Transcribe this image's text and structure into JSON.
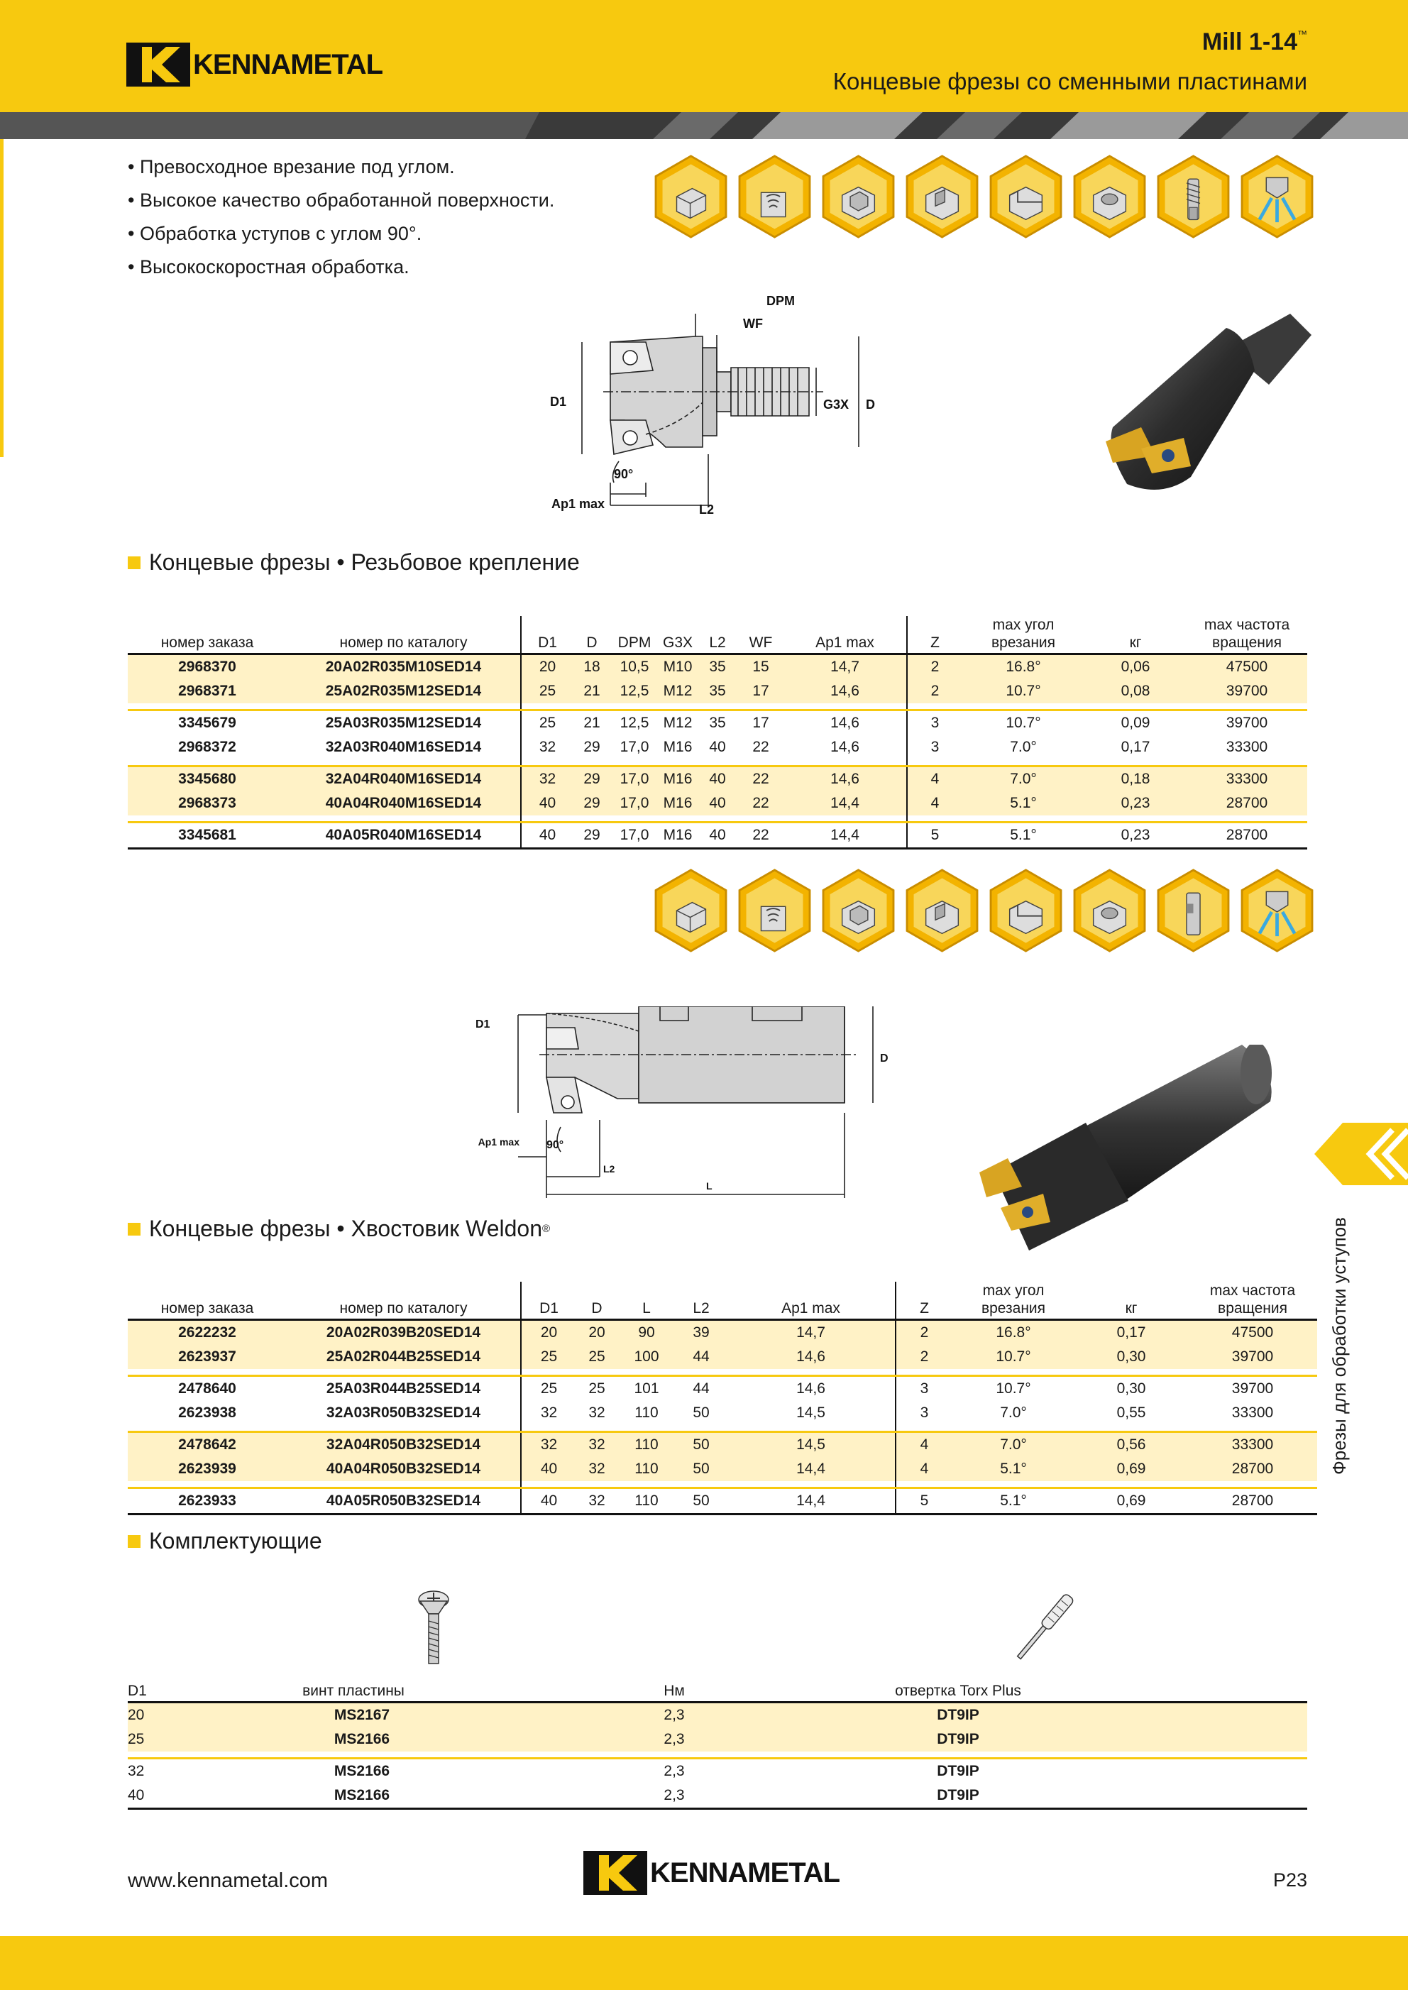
{
  "header": {
    "brand": "KENNAMETAL",
    "product": "Mill 1-14",
    "product_tm": "™",
    "subtitle": "Концевые фрезы со сменными пластинами"
  },
  "bullets": [
    "• Превосходное врезание под углом.",
    "• Высокое качество обработанной поверхности.",
    "• Обработка уступов с углом 90°.",
    "• Высокоскоростная обработка."
  ],
  "icons_row1": [
    "face-milling-icon",
    "helical-interpolation-icon",
    "pocketing-icon",
    "slotting-icon",
    "shoulder-icon",
    "ramping-icon",
    "threaded-shank-icon",
    "coolant-through-icon"
  ],
  "icons_row2": [
    "face-milling-icon",
    "helical-interpolation-icon",
    "pocketing-icon",
    "slotting-icon",
    "shoulder-icon",
    "ramping-icon",
    "weldon-shank-icon",
    "coolant-through-icon"
  ],
  "drawing1": {
    "labels": [
      "DPM",
      "WF",
      "D1",
      "G3X",
      "D",
      "90°",
      "Ap1 max",
      "L2"
    ]
  },
  "drawing2": {
    "labels": [
      "D1",
      "D",
      "90°",
      "Ap1 max",
      "L2",
      "L"
    ]
  },
  "section1": {
    "title": "Концевые фрезы • Резьбовое крепление"
  },
  "table1": {
    "headers": [
      "номер заказа",
      "номер по каталогу",
      "D1",
      "D",
      "DPM",
      "G3X",
      "L2",
      "WF",
      "Ap1 max",
      "Z",
      "max угол врезания",
      "кг",
      "max частота вращения"
    ],
    "rows": [
      [
        "2968370",
        "20A02R035M10SED14",
        "20",
        "18",
        "10,5",
        "M10",
        "35",
        "15",
        "14,7",
        "2",
        "16.8°",
        "0,06",
        "47500"
      ],
      [
        "2968371",
        "25A02R035M12SED14",
        "25",
        "21",
        "12,5",
        "M12",
        "35",
        "17",
        "14,6",
        "2",
        "10.7°",
        "0,08",
        "39700"
      ],
      [
        "3345679",
        "25A03R035M12SED14",
        "25",
        "21",
        "12,5",
        "M12",
        "35",
        "17",
        "14,6",
        "3",
        "10.7°",
        "0,09",
        "39700"
      ],
      [
        "2968372",
        "32A03R040M16SED14",
        "32",
        "29",
        "17,0",
        "M16",
        "40",
        "22",
        "14,6",
        "3",
        "7.0°",
        "0,17",
        "33300"
      ],
      [
        "3345680",
        "32A04R040M16SED14",
        "32",
        "29",
        "17,0",
        "M16",
        "40",
        "22",
        "14,6",
        "4",
        "7.0°",
        "0,18",
        "33300"
      ],
      [
        "2968373",
        "40A04R040M16SED14",
        "40",
        "29",
        "17,0",
        "M16",
        "40",
        "22",
        "14,4",
        "4",
        "5.1°",
        "0,23",
        "28700"
      ],
      [
        "3345681",
        "40A05R040M16SED14",
        "40",
        "29",
        "17,0",
        "M16",
        "40",
        "22",
        "14,4",
        "5",
        "5.1°",
        "0,23",
        "28700"
      ]
    ]
  },
  "section2": {
    "title": "Концевые фрезы • Хвостовик Weldon",
    "mark": "®"
  },
  "table2": {
    "headers": [
      "номер заказа",
      "номер по каталогу",
      "D1",
      "D",
      "L",
      "L2",
      "Ap1 max",
      "Z",
      "max угол врезания",
      "кг",
      "max частота вращения"
    ],
    "rows": [
      [
        "2622232",
        "20A02R039B20SED14",
        "20",
        "20",
        "90",
        "39",
        "14,7",
        "2",
        "16.8°",
        "0,17",
        "47500"
      ],
      [
        "2623937",
        "25A02R044B25SED14",
        "25",
        "25",
        "100",
        "44",
        "14,6",
        "2",
        "10.7°",
        "0,30",
        "39700"
      ],
      [
        "2478640",
        "25A03R044B25SED14",
        "25",
        "25",
        "101",
        "44",
        "14,6",
        "3",
        "10.7°",
        "0,30",
        "39700"
      ],
      [
        "2623938",
        "32A03R050B32SED14",
        "32",
        "32",
        "110",
        "50",
        "14,5",
        "3",
        "7.0°",
        "0,55",
        "33300"
      ],
      [
        "2478642",
        "32A04R050B32SED14",
        "32",
        "32",
        "110",
        "50",
        "14,5",
        "4",
        "7.0°",
        "0,56",
        "33300"
      ],
      [
        "2623939",
        "40A04R050B32SED14",
        "40",
        "32",
        "110",
        "50",
        "14,4",
        "4",
        "5.1°",
        "0,69",
        "28700"
      ],
      [
        "2623933",
        "40A05R050B32SED14",
        "40",
        "32",
        "110",
        "50",
        "14,4",
        "5",
        "5.1°",
        "0,69",
        "28700"
      ]
    ]
  },
  "section3": {
    "title": "Комплектующие"
  },
  "table3": {
    "headers": [
      "D1",
      "винт пластины",
      "Нм",
      "отвертка Torx Plus"
    ],
    "rows": [
      [
        "20",
        "MS2167",
        "2,3",
        "DT9IP"
      ],
      [
        "25",
        "MS2166",
        "2,3",
        "DT9IP"
      ],
      [
        "32",
        "MS2166",
        "2,3",
        "DT9IP"
      ],
      [
        "40",
        "MS2166",
        "2,3",
        "DT9IP"
      ]
    ]
  },
  "side_tab": "Фрезы для обработки уступов",
  "footer": {
    "url": "www.kennametal.com",
    "page": "P23",
    "brand": "KENNAMETAL"
  },
  "colors": {
    "yellow": "#f7c90f",
    "light_yellow": "#fff2c6",
    "dark": "#3c3c3c"
  }
}
